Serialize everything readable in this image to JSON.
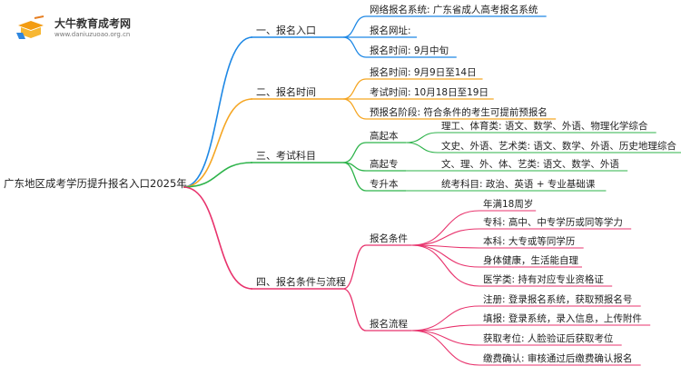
{
  "logo": {
    "title": "大牛教育成考网",
    "url": "www.daniuzuoao.org.cn"
  },
  "root": "广东地区成考学历提升报名入口2025年",
  "colors": {
    "branch1": "#1e88e5",
    "branch2": "#f5a623",
    "branch3": "#2db34a",
    "branch4": "#e8336d"
  },
  "branches": [
    {
      "label": "一、报名入口",
      "items": [
        {
          "text": "网络报名系统: 广东省成人高考报名系统"
        },
        {
          "text": "报名网址:"
        },
        {
          "text": "报名时间: 9月中旬"
        }
      ]
    },
    {
      "label": "二、报名时间",
      "items": [
        {
          "text": "报名时间: 9月9日至14日"
        },
        {
          "text": "考试时间: 10月18日至19日"
        },
        {
          "text": "预报名阶段: 符合条件的考生可提前预报名"
        }
      ]
    },
    {
      "label": "三、考试科目",
      "items": [
        {
          "text": "高起本",
          "children": [
            {
              "text": "理工、体育类: 语文、数学、外语、物理化学综合"
            },
            {
              "text": "文史、外语、艺术类: 语文、数学、外语、历史地理综合"
            }
          ]
        },
        {
          "text": "高起专",
          "children": [
            {
              "text": "文、理、外、体、艺类: 语文、数学、外语"
            }
          ]
        },
        {
          "text": "专升本",
          "children": [
            {
              "text": "统考科目: 政治、英语 + 专业基础课"
            }
          ]
        }
      ]
    },
    {
      "label": "四、报名条件与流程",
      "items": [
        {
          "text": "报名条件",
          "children": [
            {
              "text": "年满18周岁"
            },
            {
              "text": "专科: 高中、中专学历或同等学力"
            },
            {
              "text": "本科: 大专或等同学历"
            },
            {
              "text": "身体健康，生活能自理"
            },
            {
              "text": "医学类: 持有对应专业资格证"
            }
          ]
        },
        {
          "text": "报名流程",
          "children": [
            {
              "text": "注册: 登录报名系统，获取预报名号"
            },
            {
              "text": "填报: 登录系统，录入信息，上传附件"
            },
            {
              "text": "获取考位: 人脸验证后获取考位"
            },
            {
              "text": "缴费确认: 审核通过后缴费确认报名"
            }
          ]
        }
      ]
    }
  ]
}
